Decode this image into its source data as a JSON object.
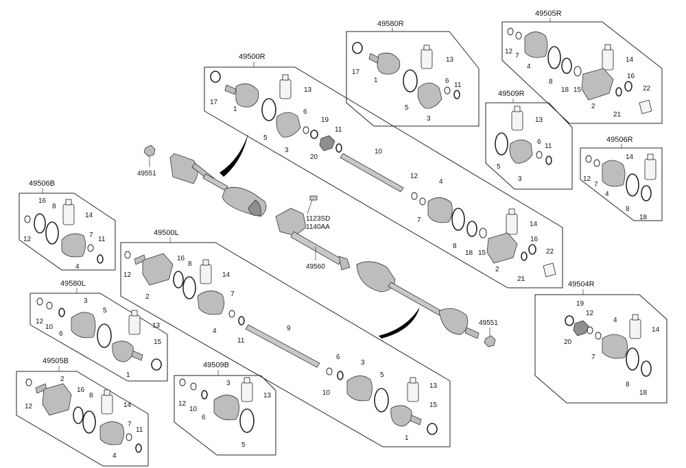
{
  "diagram": {
    "group_labels": {
      "g49580R": "49580R",
      "g49505R": "49505R",
      "g49500R": "49500R",
      "g49509R": "49509R",
      "g49506R": "49506R",
      "g49506B": "49506B",
      "g49500L": "49500L",
      "g49580L": "49580L",
      "g49504R": "49504R",
      "g49505B": "49505B",
      "g49509B": "49509B"
    },
    "part_labels": {
      "p49551_top": "49551",
      "p49551_bot": "49551",
      "p1123SD": "1123SD",
      "p1140AA": "1140AA",
      "p49560": "49560",
      "p9": "9",
      "p10": "10",
      "n1": "1",
      "n2": "2",
      "n3": "3",
      "n4": "4",
      "n5": "5",
      "n6": "6",
      "n7": "7",
      "n8": "8",
      "n11": "11",
      "n12": "12",
      "n13": "13",
      "n14": "14",
      "n15": "15",
      "n16": "16",
      "n17": "17",
      "n18": "18",
      "n19": "19",
      "n20": "20",
      "n21": "21",
      "n22": "22"
    }
  }
}
